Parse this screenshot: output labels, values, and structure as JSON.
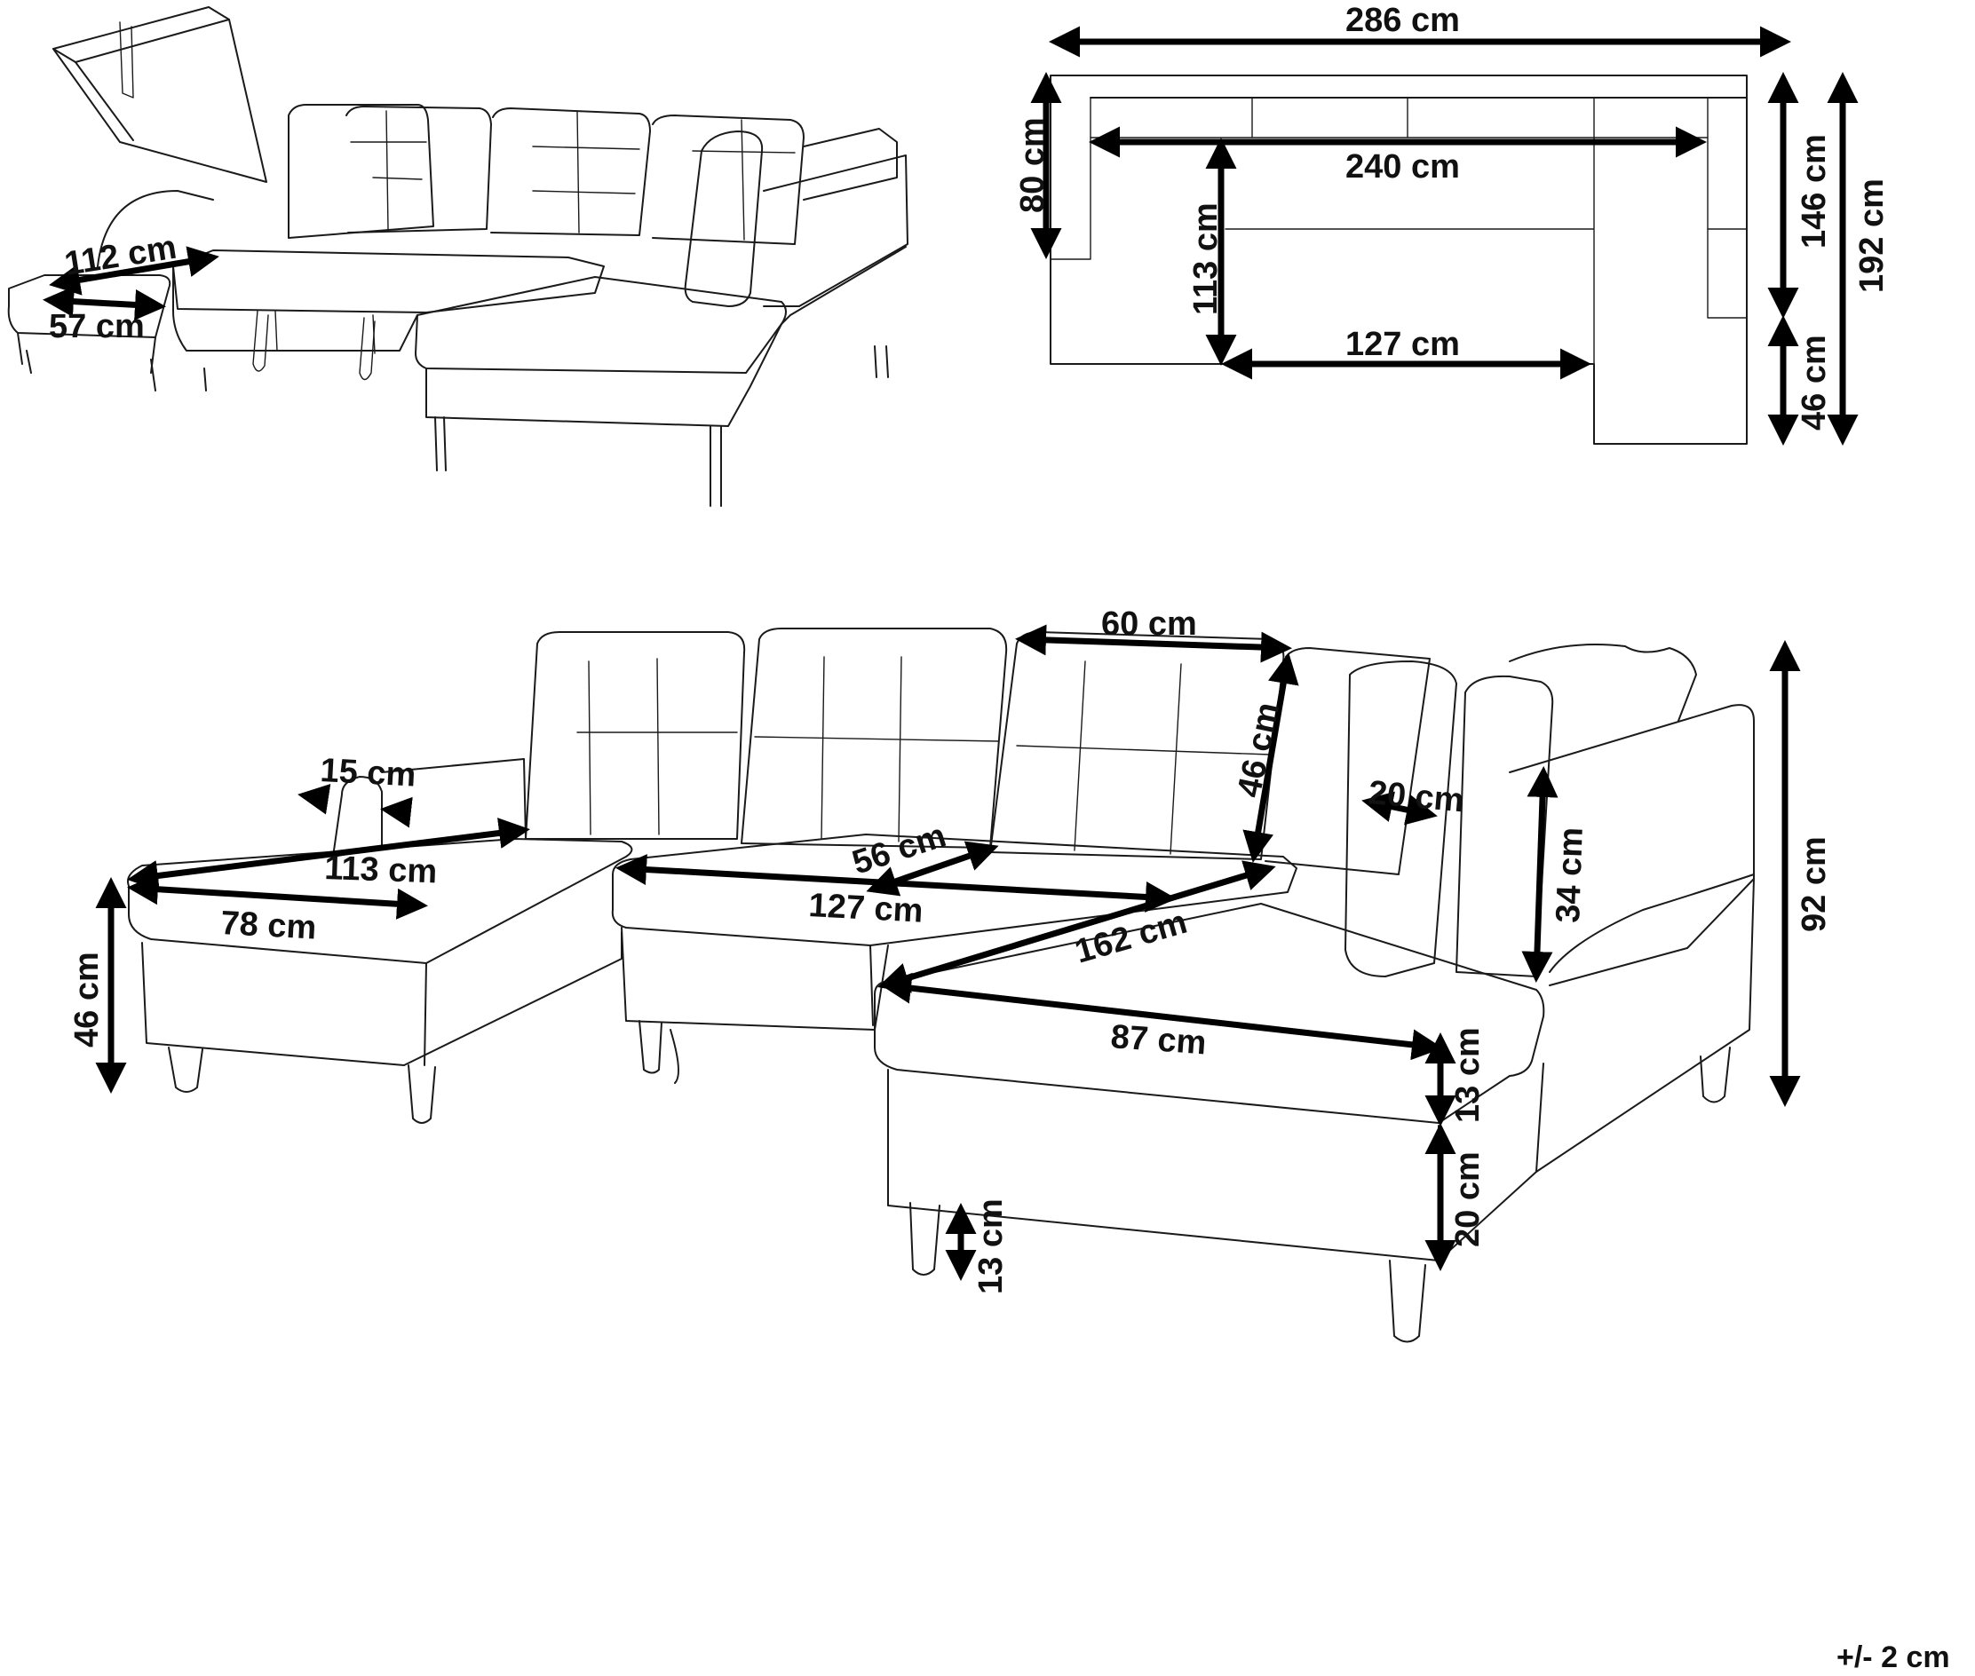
{
  "tolerance": "+/- 2 cm",
  "dimensions": {
    "top_view": {
      "total_width": "286 cm",
      "inner_width": "240 cm",
      "chaise_width": "127 cm",
      "back_depth": "80 cm",
      "seat_depth": "113 cm",
      "right_depth": "146 cm",
      "total_depth": "192 cm",
      "chaise_extension": "46 cm"
    },
    "storage_view": {
      "opening_length": "112 cm",
      "opening_width": "57 cm"
    },
    "front_view": {
      "back_cushion_width": "60 cm",
      "back_cushion_height": "46 cm",
      "armrest_width": "15 cm",
      "chaise_left_length": "113 cm",
      "chaise_left_width": "78 cm",
      "seat_height": "46 cm",
      "middle_seat_depth": "56 cm",
      "middle_seat_width": "127 cm",
      "right_chaise_length": "162 cm",
      "right_chaise_width": "87 cm",
      "cushion_thickness": "20 cm",
      "backrest_height": "34 cm",
      "total_height": "92 cm",
      "seat_cushion_height": "13 cm",
      "base_height": "20 cm",
      "leg_height": "13 cm"
    }
  }
}
